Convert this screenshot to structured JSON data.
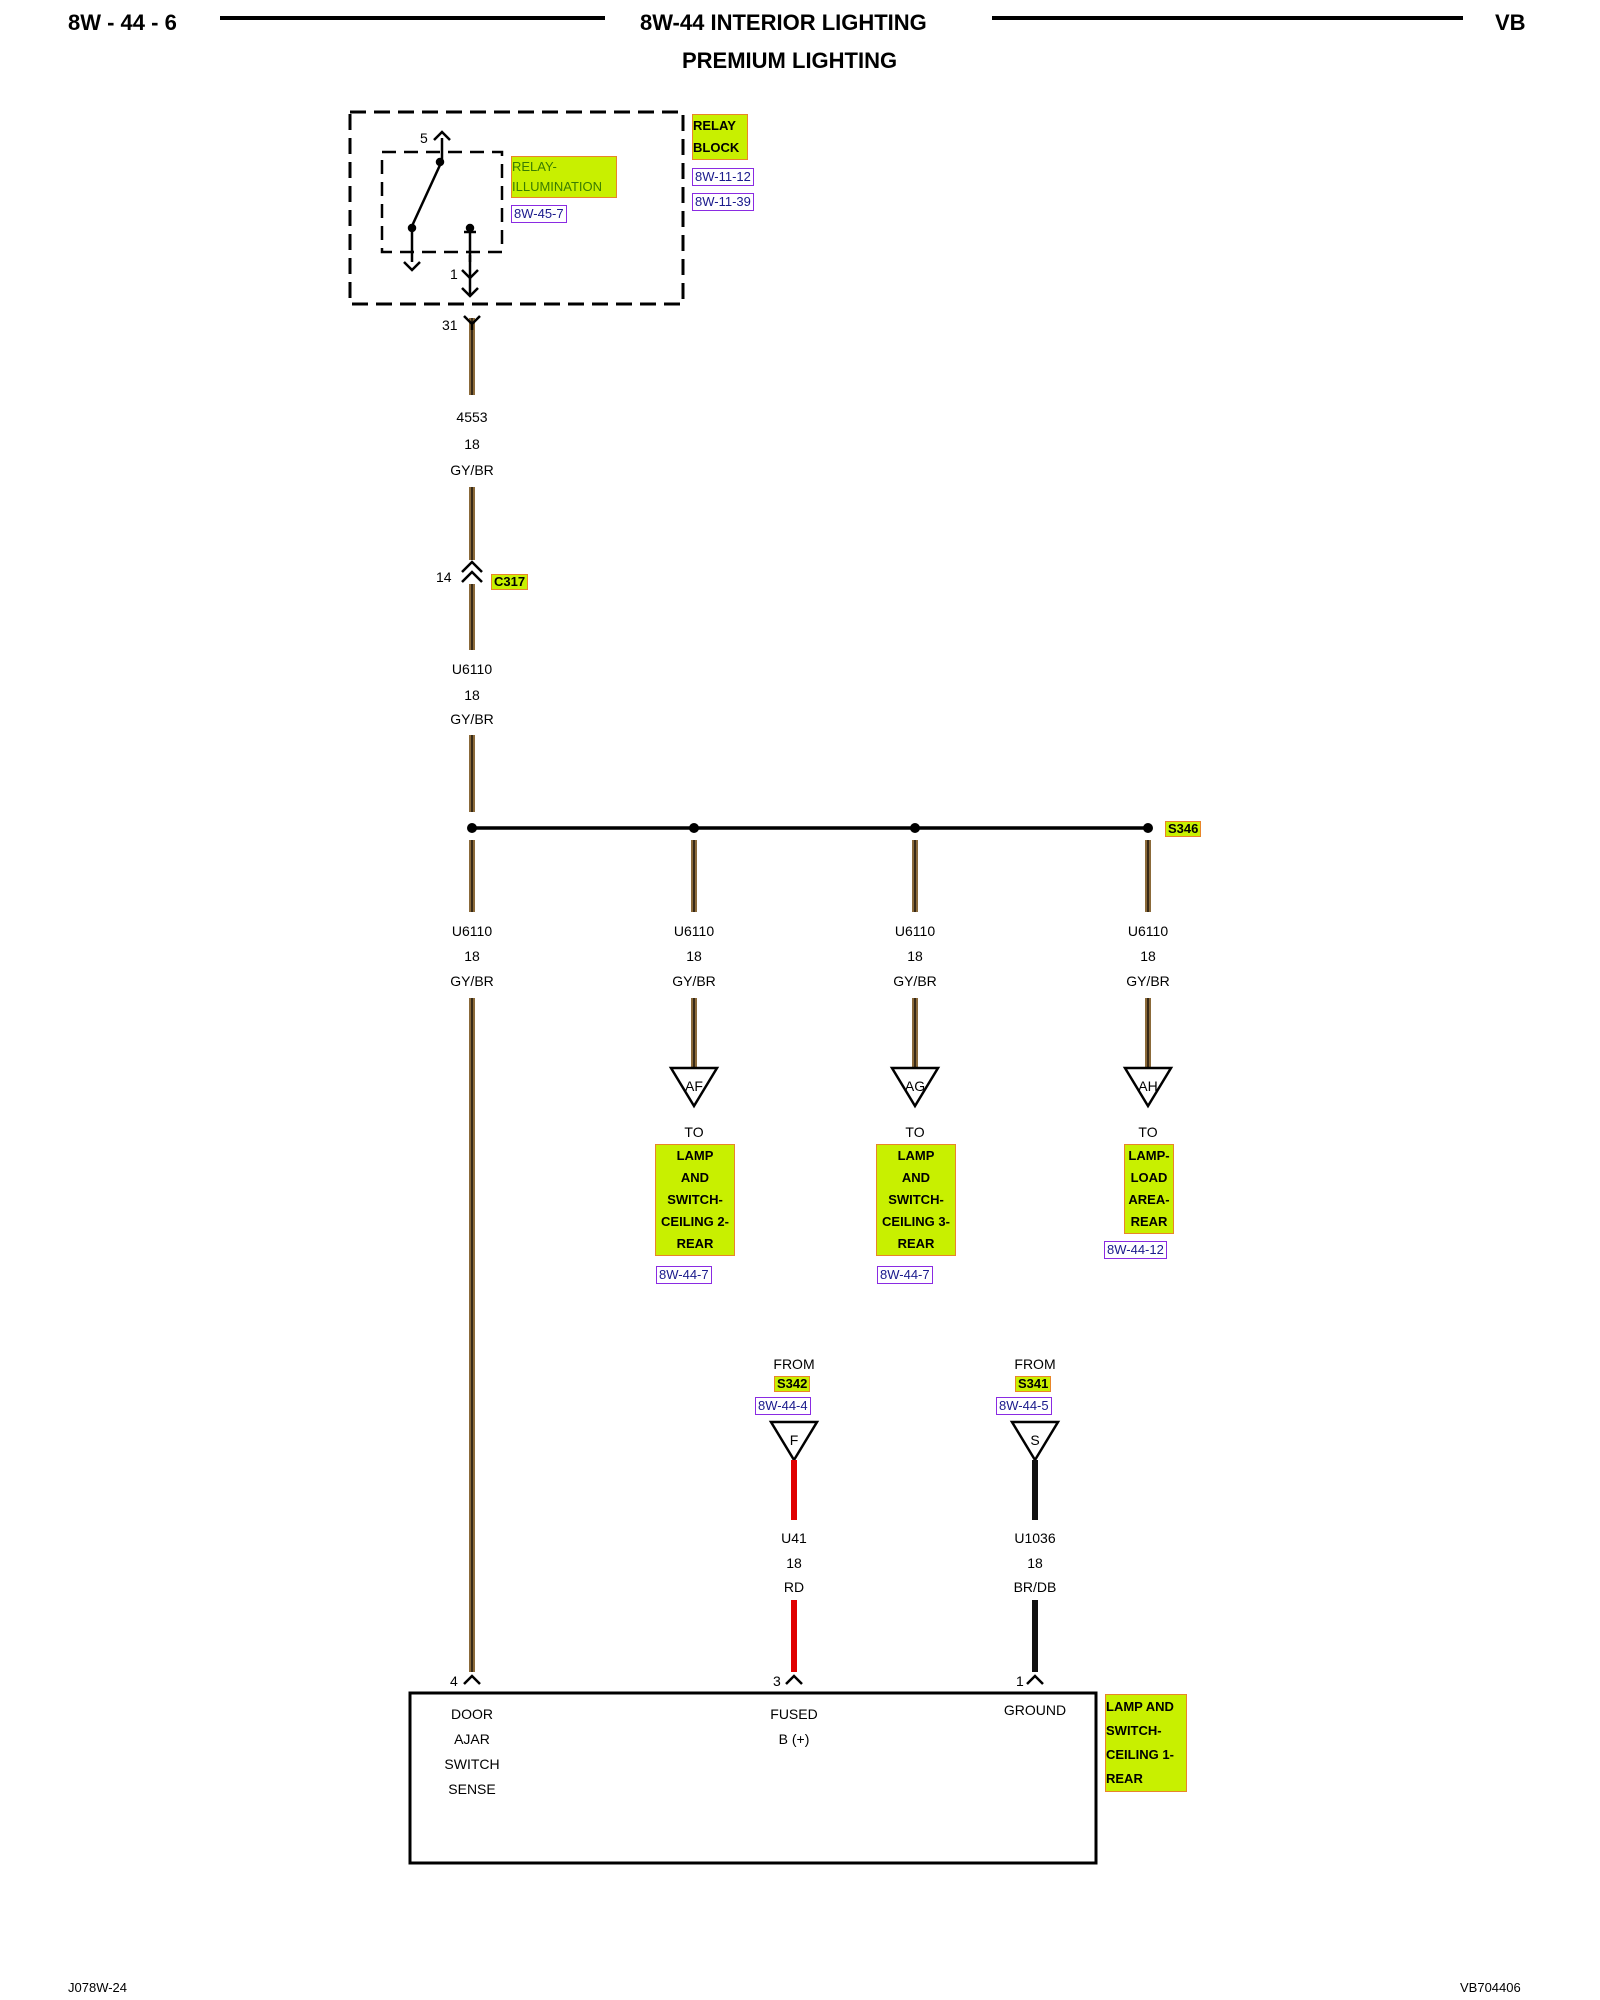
{
  "header": {
    "page_code": "8W - 44 - 6",
    "title": "8W-44 INTERIOR LIGHTING",
    "subtitle": "PREMIUM LIGHTING",
    "model": "VB"
  },
  "relay_block": {
    "label_line1": "RELAY",
    "label_line2": "BLOCK",
    "refs": [
      "8W-11-12",
      "8W-11-39"
    ],
    "relay_label_line1": "RELAY-",
    "relay_label_line2": "ILLUMINATION",
    "relay_ref": "8W-45-7",
    "pin_5": "5",
    "pin_1": "1",
    "cavity": "31"
  },
  "wire_4553": {
    "circuit": "4553",
    "gauge": "18",
    "color": "GY/BR"
  },
  "connector_c317": {
    "pin": "14",
    "name": "C317"
  },
  "wire_u6110_main": {
    "circuit": "U6110",
    "gauge": "18",
    "color": "GY/BR"
  },
  "splice": {
    "name": "S346"
  },
  "branches": [
    {
      "circuit": "U6110",
      "gauge": "18",
      "color": "GY/BR"
    },
    {
      "circuit": "U6110",
      "gauge": "18",
      "color": "GY/BR",
      "connector": "AF",
      "to": "TO",
      "dest": [
        "LAMP",
        "AND",
        "SWITCH-",
        "CEILING 2-",
        "REAR"
      ],
      "ref": "8W-44-7"
    },
    {
      "circuit": "U6110",
      "gauge": "18",
      "color": "GY/BR",
      "connector": "AG",
      "to": "TO",
      "dest": [
        "LAMP",
        "AND",
        "SWITCH-",
        "CEILING 3-",
        "REAR"
      ],
      "ref": "8W-44-7"
    },
    {
      "circuit": "U6110",
      "gauge": "18",
      "color": "GY/BR",
      "connector": "AH",
      "to": "TO",
      "dest": [
        "LAMP-",
        "LOAD",
        "AREA-",
        "REAR"
      ],
      "ref": "8W-44-12"
    }
  ],
  "from_fused": {
    "from": "FROM",
    "splice": "S342",
    "ref": "8W-44-4",
    "connector": "F",
    "circuit": "U41",
    "gauge": "18",
    "color": "RD",
    "pin": "3"
  },
  "from_ground": {
    "from": "FROM",
    "splice": "S341",
    "ref": "8W-44-5",
    "connector": "S",
    "circuit": "U1036",
    "gauge": "18",
    "color": "BR/DB",
    "pin": "1"
  },
  "component": {
    "pin_4": "4",
    "door_ajar": [
      "DOOR",
      "AJAR",
      "SWITCH",
      "SENSE"
    ],
    "fused": [
      "FUSED",
      "B (+)"
    ],
    "ground": "GROUND",
    "name": [
      "LAMP AND",
      "SWITCH-",
      "CEILING 1-",
      "REAR"
    ]
  },
  "footer": {
    "left": "J078W-24",
    "right": "VB704406"
  },
  "colors": {
    "wire_gy_br": "#8b6a3a",
    "wire_rd": "#e00000",
    "wire_br_db": "#111111",
    "highlight": "#c8f000",
    "highlight_border": "#e8852a",
    "ref_border": "#8a2be2"
  }
}
